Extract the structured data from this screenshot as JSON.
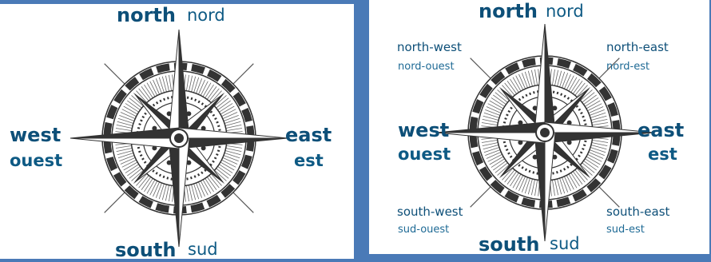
{
  "colors": {
    "background": "#4a7ab7",
    "panel": "#ffffff",
    "text": "#0d4f78",
    "compass_dark": "#333333"
  },
  "left_panel": {
    "north": "north",
    "north_fr": "nord",
    "south": "south",
    "south_fr": "sud",
    "west": "west",
    "west_fr": "ouest",
    "east": "east",
    "east_fr": "est"
  },
  "right_panel": {
    "north": "north",
    "north_fr": "nord",
    "south": "south",
    "south_fr": "sud",
    "west": "west",
    "west_fr": "ouest",
    "east": "east",
    "east_fr": "est",
    "north_west": "north-west",
    "north_west_fr": "nord-ouest",
    "north_east": "north-east",
    "north_east_fr": "nord-est",
    "south_west": "south-west",
    "south_west_fr": "sud-ouest",
    "south_east": "south-east",
    "south_east_fr": "sud-est"
  }
}
